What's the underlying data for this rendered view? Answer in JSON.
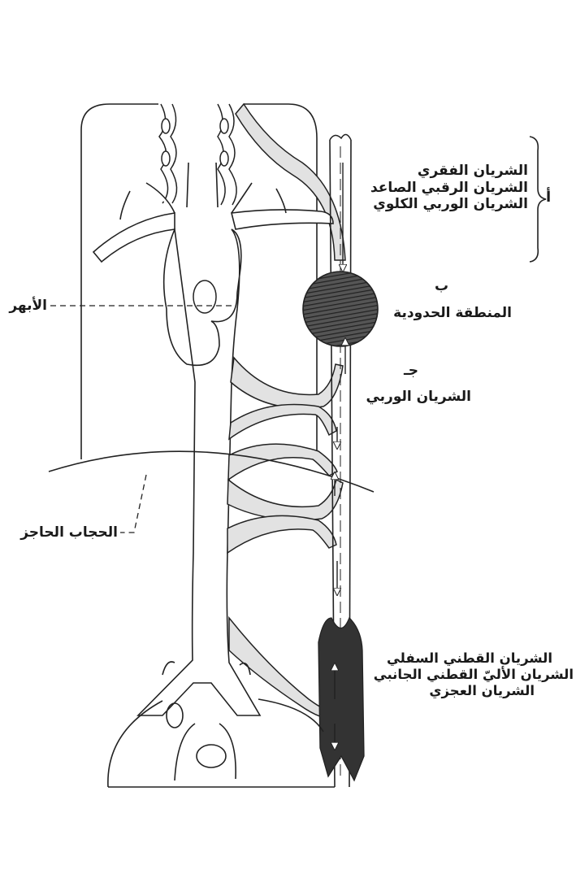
{
  "labels": {
    "group_a": {
      "letter": "أ",
      "lines": [
        "الشريان الفقري",
        "الشريان الرقبي الصاعد",
        "الشريان الوربي الكلوي"
      ]
    },
    "group_b": {
      "letter": "ب",
      "text": "المنطقة الحدودية"
    },
    "group_c": {
      "letter": "جـ",
      "text": "الشريان الوربي"
    },
    "aorta": "الأبهر",
    "diaphragm": "الحجاب الحاجز",
    "group_lower": {
      "lines": [
        "الشريان القطني السفلي",
        "الشريان الأليّ القطني الجانبي",
        "الشريان العجزي"
      ]
    }
  },
  "colors": {
    "line": "#222222",
    "shade": "#e2e2e2",
    "dark": "#333333"
  }
}
